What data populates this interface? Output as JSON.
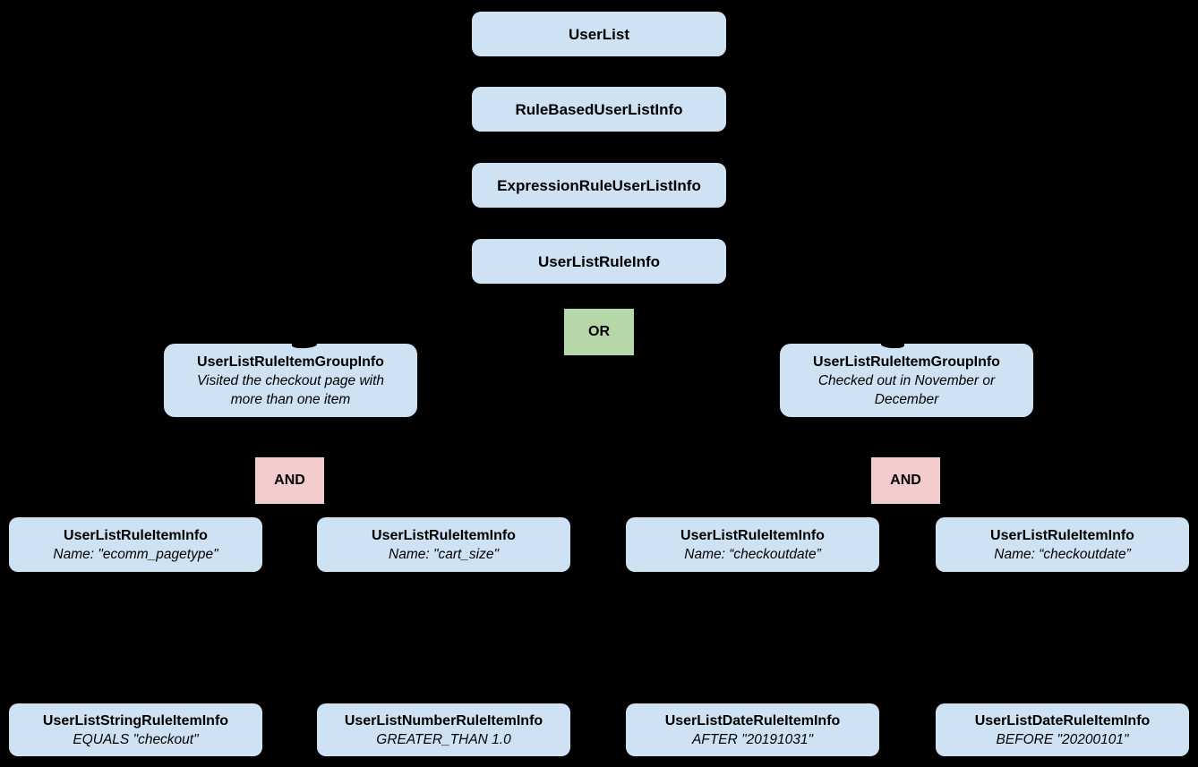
{
  "colors": {
    "background": "#000000",
    "node_fill": "#cfe2f3",
    "or_fill": "#b6d7a8",
    "and_fill": "#f4cccc",
    "text": "#000000"
  },
  "chain": [
    {
      "label": "UserList"
    },
    {
      "label": "RuleBasedUserListInfo"
    },
    {
      "label": "ExpressionRuleUserListInfo"
    },
    {
      "label": "UserListRuleInfo"
    }
  ],
  "or_node": {
    "label": "OR"
  },
  "groups": [
    {
      "title": "UserListRuleItemGroupInfo",
      "description": "Visited the checkout page with more than one item",
      "operator": "AND",
      "items": [
        {
          "title": "UserListRuleItemInfo",
          "detail": "Name: \"ecomm_pagetype\""
        },
        {
          "title": "UserListRuleItemInfo",
          "detail": "Name: \"cart_size\""
        }
      ],
      "operands": [
        {
          "title": "UserListStringRuleItemInfo",
          "detail": "EQUALS \"checkout\""
        },
        {
          "title": "UserListNumberRuleItemInfo",
          "detail": "GREATER_THAN 1.0"
        }
      ]
    },
    {
      "title": "UserListRuleItemGroupInfo",
      "description": "Checked out in November or December",
      "operator": "AND",
      "items": [
        {
          "title": "UserListRuleItemInfo",
          "detail": "Name: “checkoutdate”"
        },
        {
          "title": "UserListRuleItemInfo",
          "detail": "Name: “checkoutdate”"
        }
      ],
      "operands": [
        {
          "title": "UserListDateRuleItemInfo",
          "detail": "AFTER \"20191031\""
        },
        {
          "title": "UserListDateRuleItemInfo",
          "detail": "BEFORE \"20200101\""
        }
      ]
    }
  ]
}
